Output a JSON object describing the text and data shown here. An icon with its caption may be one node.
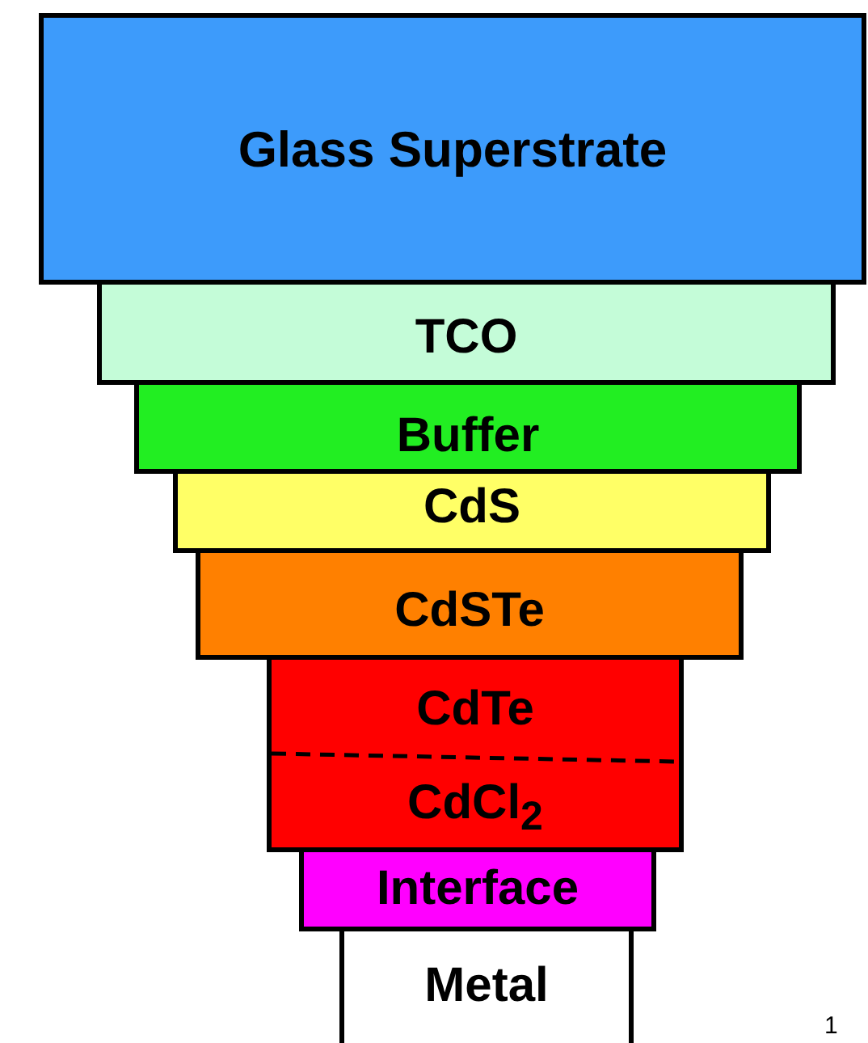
{
  "diagram": {
    "nodes": [
      {
        "text": [
          "Glass Superstrate"
        ]
      },
      {
        "text": [
          "TCO"
        ]
      },
      {
        "text": [
          "Buffer"
        ]
      },
      {
        "text": [
          "CdS"
        ]
      },
      {
        "text": [
          "CdSTe"
        ]
      },
      {
        "text": [
          "CdTe",
          "CdCl$_{2}$"
        ]
      },
      {
        "text": [
          "Interface"
        ]
      },
      {
        "text": [
          "Metal"
        ]
      }
    ],
    "labels": [
      "1"
    ]
  }
}
